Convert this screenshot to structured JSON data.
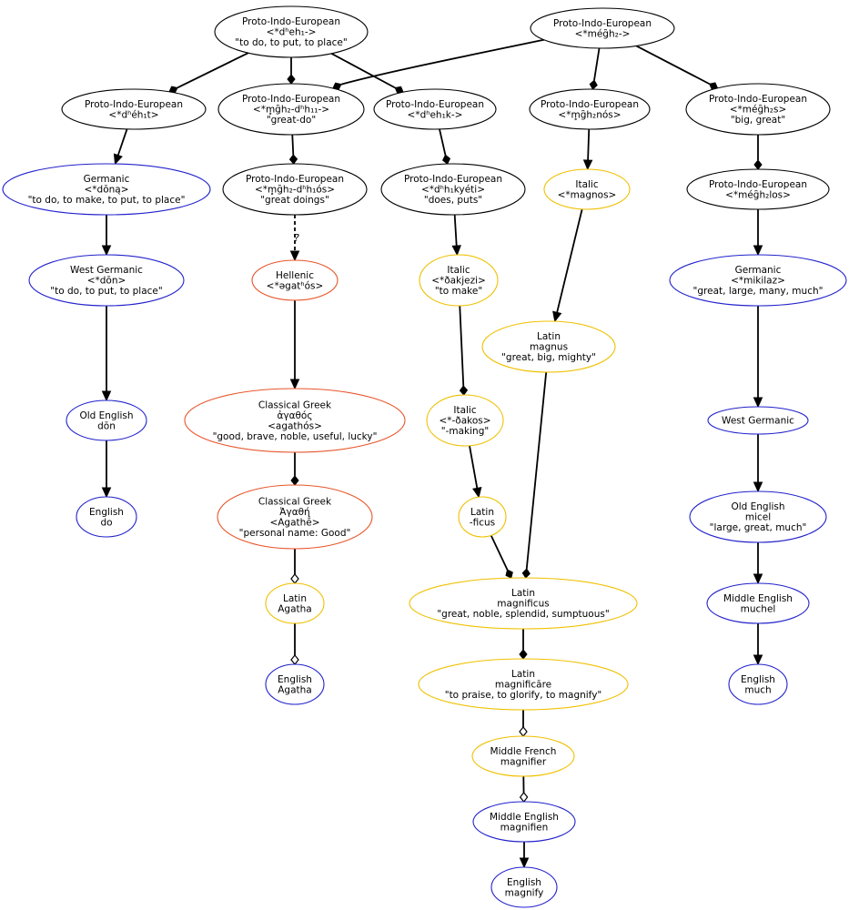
{
  "colors": {
    "pie": "#000000",
    "germanic": "#2222cc",
    "italic": "#f0c000",
    "hellenic": "#e8552a",
    "edge": "#000000"
  },
  "nodes": {
    "pie_dheh": [
      "Proto-Indo-European",
      "<*dʰeh₁->",
      "\"to do, to put, to place\""
    ],
    "pie_megh": [
      "Proto-Indo-European",
      "<*még̑h₂->"
    ],
    "pie_dheht": [
      "Proto-Indo-European",
      "<*dʰéh₁t>"
    ],
    "pie_mgh2dh": [
      "Proto-Indo-European",
      "<*m̥g̑h₂-dʰh₁₁->",
      "\"great-do\""
    ],
    "pie_dhehk": [
      "Proto-Indo-European",
      "<*dʰeh₁k->"
    ],
    "pie_mgh2nos": [
      "Proto-Indo-European",
      "<*m̥g̑h₂nós>"
    ],
    "pie_meghs": [
      "Proto-Indo-European",
      "<*még̑h₂s>",
      "\"big, great\""
    ],
    "gmc_dona": [
      "Germanic",
      "<*dōną>",
      "\"to do, to make, to put, to place\""
    ],
    "pie_mghdhos": [
      "Proto-Indo-European",
      "<*m̥g̑h₂-dʰh₁ós>",
      "\"great doings\""
    ],
    "pie_dhkyeti": [
      "Proto-Indo-European",
      "<*dʰh₁kyéti>",
      "\"does, puts\""
    ],
    "ita_magnos": [
      "Italic",
      "<*magnos>"
    ],
    "pie_meghlos": [
      "Proto-Indo-European",
      "<*még̑h₂los>"
    ],
    "wgmc_don": [
      "West Germanic",
      "<*dōn>",
      "\"to do, to put, to place\""
    ],
    "hel_agathos": [
      "Hellenic",
      "<*əgatʰós>"
    ],
    "ita_fakjezi": [
      "Italic",
      "<*ðakjezi>",
      "\"to make\""
    ],
    "gmc_mikilaz": [
      "Germanic",
      "<*mikilaz>",
      "\"great, large, many, much\""
    ],
    "lat_magnus": [
      "Latin",
      "magnus",
      "\"great, big, mighty\""
    ],
    "ang_don": [
      "Old English",
      "dōn"
    ],
    "grc_agathos": [
      "Classical Greek",
      "ἀγαθός",
      "<agathós>",
      "\"good, brave, noble, useful, lucky\""
    ],
    "ita_fakos": [
      "Italic",
      "<*-ðakos>",
      "\"-making\""
    ],
    "wgmc": [
      "West Germanic"
    ],
    "en_do": [
      "English",
      "do"
    ],
    "grc_agathe": [
      "Classical Greek",
      "Ἀγαθή",
      "<Agathḗ>",
      "\"personal name: Good\""
    ],
    "lat_ficus": [
      "Latin",
      "-ficus"
    ],
    "ang_micel": [
      "Old English",
      "micel",
      "\"large, great, much\""
    ],
    "lat_agatha": [
      "Latin",
      "Agatha"
    ],
    "lat_magnificus": [
      "Latin",
      "magnificus",
      "\"great, noble, splendid, sumptuous\""
    ],
    "enm_muchel": [
      "Middle English",
      "muchel"
    ],
    "en_agatha": [
      "English",
      "Agatha"
    ],
    "lat_magnificare": [
      "Latin",
      "magnificāre",
      "\"to praise, to glorify, to magnify\""
    ],
    "en_much": [
      "English",
      "much"
    ],
    "frm_magnifier": [
      "Middle French",
      "magnifier"
    ],
    "enm_magnifien": [
      "Middle English",
      "magnifien"
    ],
    "en_magnify": [
      "English",
      "magnify"
    ]
  },
  "edges": [
    {
      "from": "pie_dheh",
      "to": "pie_dheht",
      "style": "diamond"
    },
    {
      "from": "pie_dheh",
      "to": "pie_mgh2dh",
      "style": "diamond"
    },
    {
      "from": "pie_dheh",
      "to": "pie_dhehk",
      "style": "diamond"
    },
    {
      "from": "pie_megh",
      "to": "pie_mgh2dh",
      "style": "diamond"
    },
    {
      "from": "pie_megh",
      "to": "pie_mgh2nos",
      "style": "diamond"
    },
    {
      "from": "pie_megh",
      "to": "pie_meghs",
      "style": "diamond"
    },
    {
      "from": "pie_dheht",
      "to": "gmc_dona",
      "style": "arrow"
    },
    {
      "from": "pie_mgh2dh",
      "to": "pie_mghdhos",
      "style": "diamond"
    },
    {
      "from": "pie_dhehk",
      "to": "pie_dhkyeti",
      "style": "diamond"
    },
    {
      "from": "pie_mgh2nos",
      "to": "ita_magnos",
      "style": "arrow"
    },
    {
      "from": "pie_meghs",
      "to": "pie_meghlos",
      "style": "diamond"
    },
    {
      "from": "gmc_dona",
      "to": "wgmc_don",
      "style": "arrow"
    },
    {
      "from": "pie_mghdhos",
      "to": "hel_agathos",
      "style": "dashed",
      "label": "?"
    },
    {
      "from": "pie_dhkyeti",
      "to": "ita_fakjezi",
      "style": "arrow"
    },
    {
      "from": "pie_meghlos",
      "to": "gmc_mikilaz",
      "style": "arrow"
    },
    {
      "from": "ita_magnos",
      "to": "lat_magnus",
      "style": "arrow"
    },
    {
      "from": "wgmc_don",
      "to": "ang_don",
      "style": "arrow"
    },
    {
      "from": "hel_agathos",
      "to": "grc_agathos",
      "style": "arrow"
    },
    {
      "from": "ita_fakjezi",
      "to": "ita_fakos",
      "style": "diamond"
    },
    {
      "from": "gmc_mikilaz",
      "to": "wgmc",
      "style": "arrow"
    },
    {
      "from": "ang_don",
      "to": "en_do",
      "style": "arrow"
    },
    {
      "from": "grc_agathos",
      "to": "grc_agathe",
      "style": "diamond"
    },
    {
      "from": "ita_fakos",
      "to": "lat_ficus",
      "style": "arrow"
    },
    {
      "from": "wgmc",
      "to": "ang_micel",
      "style": "arrow"
    },
    {
      "from": "grc_agathe",
      "to": "lat_agatha",
      "style": "odiamond"
    },
    {
      "from": "lat_ficus",
      "to": "lat_magnificus",
      "style": "diamond"
    },
    {
      "from": "lat_magnus",
      "to": "lat_magnificus",
      "style": "diamond"
    },
    {
      "from": "ang_micel",
      "to": "enm_muchel",
      "style": "arrow"
    },
    {
      "from": "lat_agatha",
      "to": "en_agatha",
      "style": "odiamond"
    },
    {
      "from": "lat_magnificus",
      "to": "lat_magnificare",
      "style": "diamond"
    },
    {
      "from": "enm_muchel",
      "to": "en_much",
      "style": "arrow"
    },
    {
      "from": "lat_magnificare",
      "to": "frm_magnifier",
      "style": "odiamond"
    },
    {
      "from": "frm_magnifier",
      "to": "enm_magnifien",
      "style": "odiamond"
    },
    {
      "from": "enm_magnifien",
      "to": "en_magnify",
      "style": "arrow"
    }
  ]
}
